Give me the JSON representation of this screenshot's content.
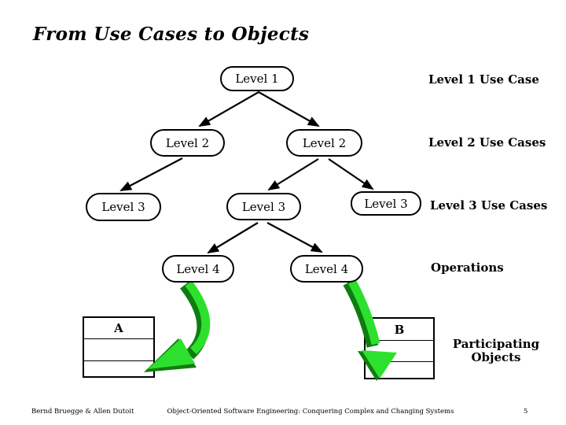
{
  "title": "From Use Cases to Objects",
  "tree": {
    "nodes": [
      {
        "label": "Level 1"
      },
      {
        "label": "Level 2"
      },
      {
        "label": "Level 2"
      },
      {
        "label": "Level 3"
      },
      {
        "label": "Level 3"
      },
      {
        "label": "Level 3"
      },
      {
        "label": "Level 4"
      },
      {
        "label": "Level 4"
      }
    ]
  },
  "annotations": {
    "level1": "Level 1 Use Case",
    "level2": "Level 2 Use Cases",
    "level3": "Level 3 Use Cases",
    "operations": "Operations",
    "participating": "Participating Objects"
  },
  "objects": [
    {
      "name": "A"
    },
    {
      "name": "B"
    }
  ],
  "footer": {
    "authors": "Bernd Bruegge & Allen Dutoit",
    "book": "Object-Oriented Software Engineering: Conquering Complex and Changing Systems",
    "page": "5"
  },
  "colors": {
    "ink": "#000000",
    "arrow_green": "#2ee02e",
    "arrow_green_dark": "#0e7d0e"
  }
}
